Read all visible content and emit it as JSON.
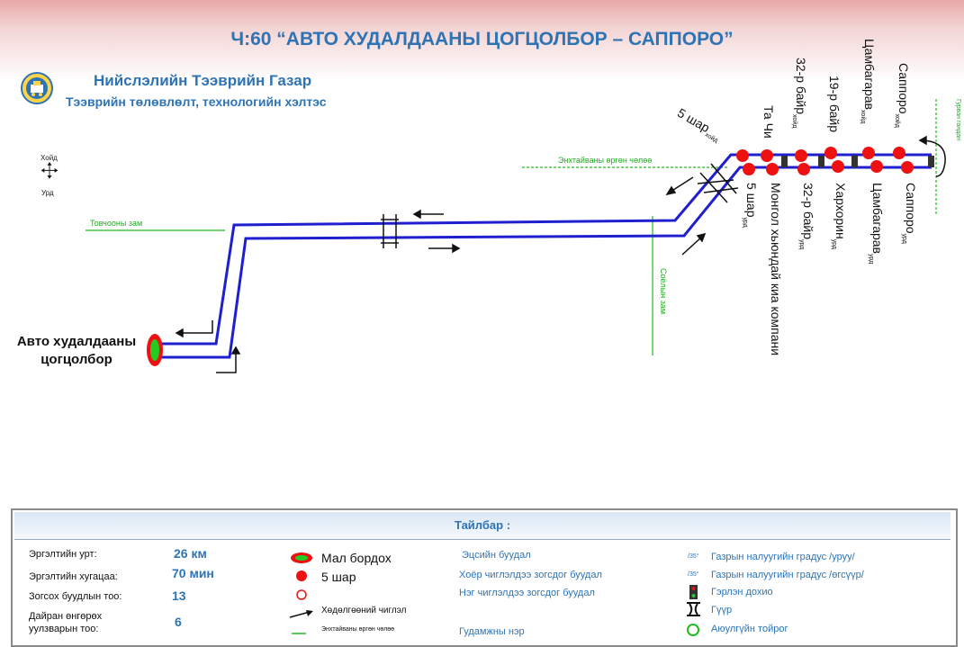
{
  "header": {
    "title": "Ч:60 “АВТО ХУДАЛДААНЫ ЦОГЦОЛБОР – САППОРО”",
    "org_name": "Нийслэлийн Тээврийн Газар",
    "org_dept": "Тээврийн төлөвлөлт, технологийн хэлтэс"
  },
  "compass": {
    "north": "Хойд",
    "south": "Урд"
  },
  "map": {
    "terminal": [
      "Авто худалдааны",
      "цогцолбор"
    ],
    "streets": {
      "tovchoo": "Товчооны зам",
      "enkhtaivan": "Энхтайваны өргөн чөлөө",
      "soyolyn": "Соёлын зам",
      "gurav": "Гурван гандан"
    },
    "stops_top": [
      {
        "name": "5 шар",
        "sub": "хойд"
      },
      {
        "name": "Та Чи",
        "sub": ""
      },
      {
        "name": "32-р байр",
        "sub": "хойд"
      },
      {
        "name": "19-р байр",
        "sub": ""
      },
      {
        "name": "Цамбагарав",
        "sub": "хойд"
      },
      {
        "name": "Саппоро",
        "sub": "хойд"
      }
    ],
    "stops_bottom": [
      {
        "name": "5 шар",
        "sub": "урд"
      },
      {
        "name": "Монгол хьюндай киа компани",
        "sub": ""
      },
      {
        "name": "32-р байр",
        "sub": "урд"
      },
      {
        "name": "Хархорин",
        "sub": "урд"
      },
      {
        "name": "Цамбагарав",
        "sub": "урд"
      },
      {
        "name": "Саппоро",
        "sub": "урд"
      }
    ]
  },
  "legend": {
    "title": "Тайлбар :",
    "stats": [
      {
        "label": "Эргэлтийн урт:",
        "value": "26 км"
      },
      {
        "label": "Эргэлтийн хугацаа:",
        "value": "70 мин"
      },
      {
        "label": "Зогсох буудлын тоо:",
        "value": "13"
      },
      {
        "label": "Дайран өнгөрөх уулзварын тоо:",
        "value": "6"
      }
    ],
    "symbols": {
      "depot": "Мал бордох",
      "five_shar": "5 шар",
      "direction": "Хөдөлгөөний чиглэл",
      "street_line": "Энхтайваны өргөн чөлөө",
      "endpoint": "Эцсийн буудал",
      "both_dir": "Хоёр чиглэлдээ зогсдог буудал",
      "one_dir": "Нэг чиглэлдээ зогсдог буудал",
      "street_name": "Гудамжны нэр",
      "deg1": "/35°",
      "slope_up": "Газрын налуугийн градус /уруу/",
      "deg2": "/35°",
      "slope_down": "Газрын налуугийн градус /өгсүүр/",
      "traffic_light": "Гэрлэн дохио",
      "bridge": "Гүүр",
      "roundabout": "Аюулгүйн тойрог"
    }
  },
  "colors": {
    "route": "#1f1fd0",
    "stop": "#ee1111",
    "street": "#22bb22",
    "accent": "#2e74b5"
  }
}
